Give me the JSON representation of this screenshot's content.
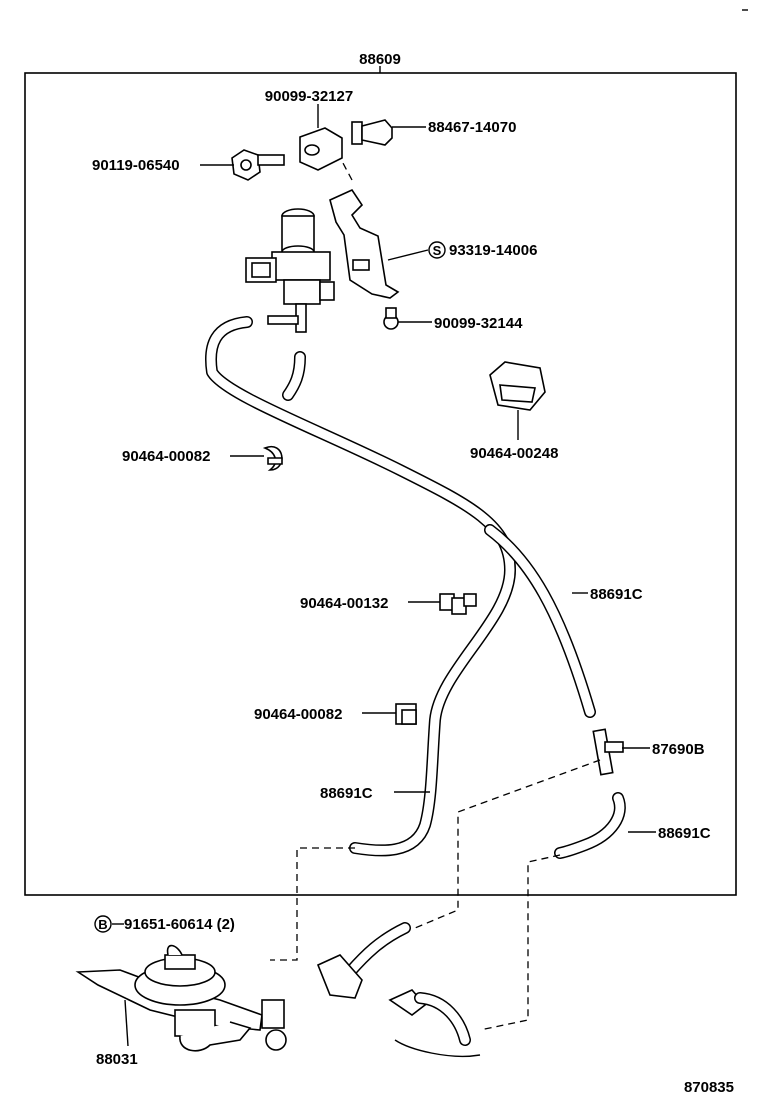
{
  "diagram": {
    "assembly_number": "88609",
    "figure_number": "870835",
    "parts": [
      {
        "id": "p1",
        "number": "90099-32127"
      },
      {
        "id": "p2",
        "number": "88467-14070"
      },
      {
        "id": "p3",
        "number": "90119-06540"
      },
      {
        "id": "p4",
        "number": "93319-14006",
        "mark": "S"
      },
      {
        "id": "p5",
        "number": "90099-32144"
      },
      {
        "id": "p6",
        "number": "90464-00248"
      },
      {
        "id": "p7",
        "number": "90464-00082"
      },
      {
        "id": "p8",
        "number": "88691C"
      },
      {
        "id": "p9",
        "number": "90464-00132"
      },
      {
        "id": "p10",
        "number": "90464-00082"
      },
      {
        "id": "p11",
        "number": "87690B"
      },
      {
        "id": "p12",
        "number": "88691C"
      },
      {
        "id": "p13",
        "number": "88691C"
      },
      {
        "id": "p14",
        "number": "91651-60614 (2)",
        "mark": "B"
      },
      {
        "id": "p15",
        "number": "88031"
      }
    ]
  }
}
